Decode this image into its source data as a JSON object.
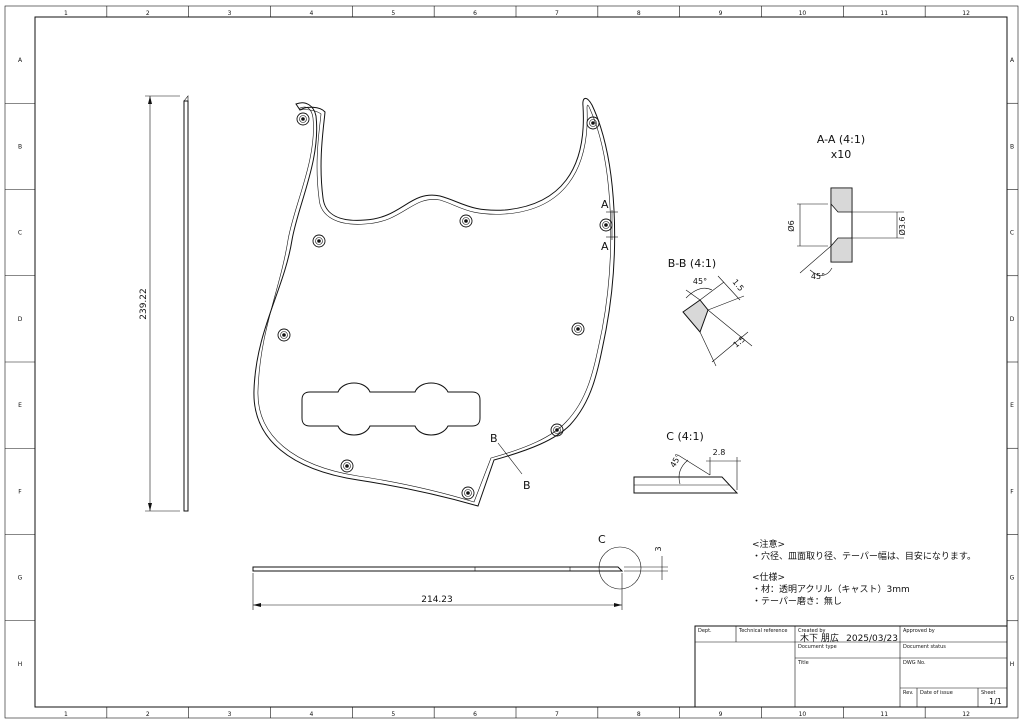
{
  "grid": {
    "columns": [
      "1",
      "2",
      "3",
      "4",
      "5",
      "6",
      "7",
      "8",
      "9",
      "10",
      "11",
      "12"
    ],
    "rows": [
      "A",
      "B",
      "C",
      "D",
      "E",
      "F",
      "G",
      "H"
    ]
  },
  "views": {
    "aa": {
      "label": "A-A (4:1)",
      "count": "x10",
      "dim_dia_outer": "Ø6",
      "dim_dia_inner": "Ø3.6",
      "dim_angle": "45°"
    },
    "bb": {
      "label": "B-B (4:1)",
      "dim_angle": "45°",
      "dim_top": "1.5",
      "dim_side": "1.5"
    },
    "c": {
      "label": "C (4:1)",
      "dim_angle": "45°",
      "dim_width": "2.8"
    },
    "pickguard": {
      "mark_a": "A",
      "mark_b": "B",
      "mark_c": "C"
    },
    "side_view": {
      "height_dim": "239.22"
    },
    "bottom_view": {
      "length_dim": "214.23",
      "thickness_dim": "3"
    }
  },
  "notes": {
    "caution_title": "<注意>",
    "caution_line": "・穴径、皿面取り径、テーパー幅は、目安になります。",
    "spec_title": "<仕様>",
    "spec_line1": "・材：透明アクリル（キャスト）3mm",
    "spec_line2": "・テーパー磨き：無し"
  },
  "title_block": {
    "dept": "Dept.",
    "tech_ref": "Technical reference",
    "created_by_label": "Created by",
    "created_by": "木下 朋広",
    "date": "2025/03/23",
    "approved_by": "Approved by",
    "doc_type": "Document type",
    "doc_status": "Document status",
    "title": "Title",
    "dwg_no": "DWG No.",
    "rev": "Rev.",
    "date_issue": "Date of issue",
    "sheet_label": "Sheet",
    "sheet": "1/1"
  }
}
